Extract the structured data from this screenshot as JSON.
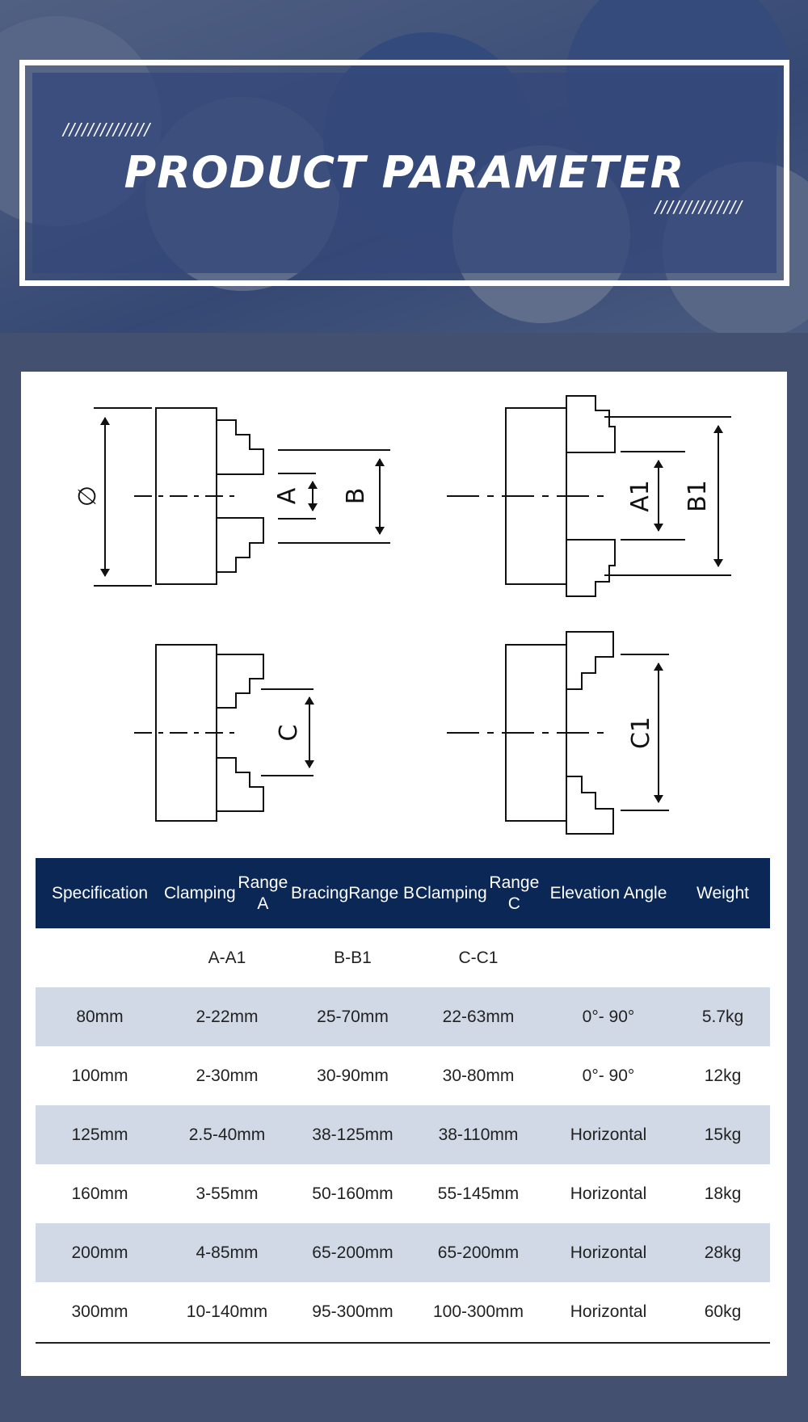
{
  "hero": {
    "title": "PRODUCT PARAMETER",
    "slashes_left": "//////////////",
    "slashes_right": "//////////////"
  },
  "diagram_labels": {
    "diameter": "∅",
    "a": "A",
    "b": "B",
    "a1": "A1",
    "b1": "B1",
    "c": "C",
    "c1": "C1"
  },
  "table": {
    "headers": [
      [
        "Specification"
      ],
      [
        "Clamping",
        "Range A"
      ],
      [
        "Bracing",
        "Range B"
      ],
      [
        "Clamping",
        "Range C"
      ],
      [
        "Elevation Angle"
      ],
      [
        "Weight"
      ]
    ],
    "subheader": [
      "",
      "A-A1",
      "B-B1",
      "C-C1",
      "",
      ""
    ],
    "rows": [
      [
        "80mm",
        "2-22mm",
        "25-70mm",
        "22-63mm",
        "0°- 90°",
        "5.7kg"
      ],
      [
        "100mm",
        "2-30mm",
        "30-90mm",
        "30-80mm",
        "0°- 90°",
        "12kg"
      ],
      [
        "125mm",
        "2.5-40mm",
        "38-125mm",
        "38-110mm",
        "Horizontal",
        "15kg"
      ],
      [
        "160mm",
        "3-55mm",
        "50-160mm",
        "55-145mm",
        "Horizontal",
        "18kg"
      ],
      [
        "200mm",
        "4-85mm",
        "65-200mm",
        "65-200mm",
        "Horizontal",
        "28kg"
      ],
      [
        "300mm",
        "10-140mm",
        "95-300mm",
        "100-300mm",
        "Horizontal",
        "60kg"
      ]
    ]
  },
  "colors": {
    "page_bg": "#43506f",
    "header_bg": "#0a2756",
    "stripe": "#d0d9e5"
  }
}
